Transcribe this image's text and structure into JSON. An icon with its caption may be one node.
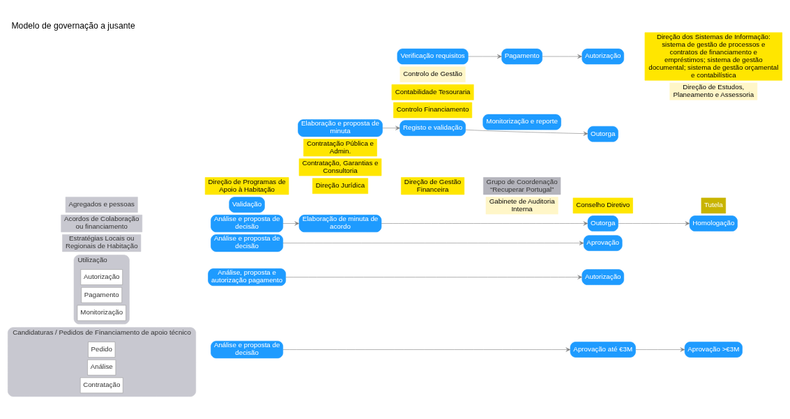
{
  "diagram": {
    "title": "Modelo de governação a jusante",
    "nodes": [
      {
        "text": [
          "Conselho Diretivo"
        ]
      },
      {
        "text": [
          "Tutela"
        ]
      },
      {
        "text": [
          "Grupo de Coordenação “Recuperar Portugal”"
        ]
      },
      {
        "text": [
          "Gabinete de Auditoria Interna"
        ]
      },
      {
        "text": [
          "Direção de Programas de Apoio à Habitação"
        ]
      },
      {
        "text": [
          "Direção Jurídica"
        ]
      },
      {
        "text": [
          "Contratação, Garantias e Consultoria"
        ]
      },
      {
        "text": [
          "Contratação Pública e Admin."
        ]
      },
      {
        "text": [
          "Direção de Gestão Financeira"
        ]
      },
      {
        "text": [
          "Controlo Financiamento"
        ]
      },
      {
        "text": [
          "Contabilidade Tesouraria"
        ]
      },
      {
        "text": [
          "Controlo de Gestão"
        ]
      },
      {
        "text": [
          "Estratégias Locais ou Regionais de Habitação"
        ]
      },
      {
        "text": [
          "Acordos de Colaboração ou financiamento"
        ]
      },
      {
        "text": [
          "Candidaturas / Pedidos de Financiamento de apoio técnico"
        ]
      },
      {
        "text": [
          "Pedido"
        ],
        "in": 14
      },
      {
        "text": [
          "Análise"
        ],
        "in": 14
      },
      {
        "text": [
          "Contratação"
        ],
        "in": 14
      },
      {
        "text": [
          "Utilização"
        ]
      },
      {
        "text": [
          "Autorização"
        ],
        "in": 18
      },
      {
        "text": [
          "Pagamento"
        ],
        "in": 18
      },
      {
        "text": [
          "Monitorização"
        ],
        "in": 18
      },
      {
        "text": [
          "Agregados e pessoas"
        ]
      },
      {
        "text": [
          "Análise e proposta de decisão"
        ]
      },
      {
        "text": [
          "Aprovação"
        ]
      },
      {
        "text": [
          "Análise e proposta de decisão"
        ]
      },
      {
        "text": [
          "Elaboração de minuta de acordo"
        ]
      },
      {
        "text": [
          "Outorga"
        ]
      },
      {
        "text": [
          "Homologação"
        ]
      },
      {
        "text": [
          "Análise e proposta de decisão"
        ]
      },
      {
        "text": [
          "Aprovação até €3M"
        ]
      },
      {
        "text": [
          "Aprovação >€3M"
        ]
      },
      {
        "text": [
          "Elaboração e proposta de minuta"
        ]
      },
      {
        "text": [
          "Registo e validação"
        ]
      },
      {
        "text": [
          "Outorga"
        ]
      },
      {
        "text": [
          "Análise, proposta e autorização pagamento"
        ]
      },
      {
        "text": [
          "Autorização"
        ]
      },
      {
        "text": [
          "Verificação requisitos"
        ]
      },
      {
        "text": [
          "Pagamento"
        ]
      },
      {
        "text": [
          "Autorização"
        ]
      },
      {
        "text": [
          "Monitorização e reporte"
        ]
      },
      {
        "text": [
          "Validação"
        ]
      },
      {
        "text": [
          "Direção dos Sistemas de Informação: sistema de gestão de processos e contratos de financiamento e empréstimos; sistema de gestão documental; sistema de gestão orçamental e contabilística"
        ]
      },
      {
        "text": [
          "Direção de Estudos, Planeamento e Assessoria"
        ]
      }
    ],
    "edges": [
      {
        "from": 23,
        "to": 24,
        "arrow": "to"
      },
      {
        "from": 25,
        "to": 26,
        "arrow": "to"
      },
      {
        "from": 26,
        "to": 27,
        "arrow": "to"
      },
      {
        "from": 27,
        "to": 28,
        "arrow": "to"
      },
      {
        "from": 29,
        "to": 30,
        "arrow": "to"
      },
      {
        "from": 30,
        "to": 31,
        "arrow": "to"
      },
      {
        "from": 32,
        "to": 33,
        "arrow": "to"
      },
      {
        "from": 33,
        "to": 34,
        "arrow": "to"
      },
      {
        "from": 35,
        "to": 36,
        "arrow": "to"
      },
      {
        "from": 37,
        "to": 38,
        "arrow": "to"
      },
      {
        "from": 38,
        "to": 39,
        "arrow": "to"
      }
    ]
  }
}
